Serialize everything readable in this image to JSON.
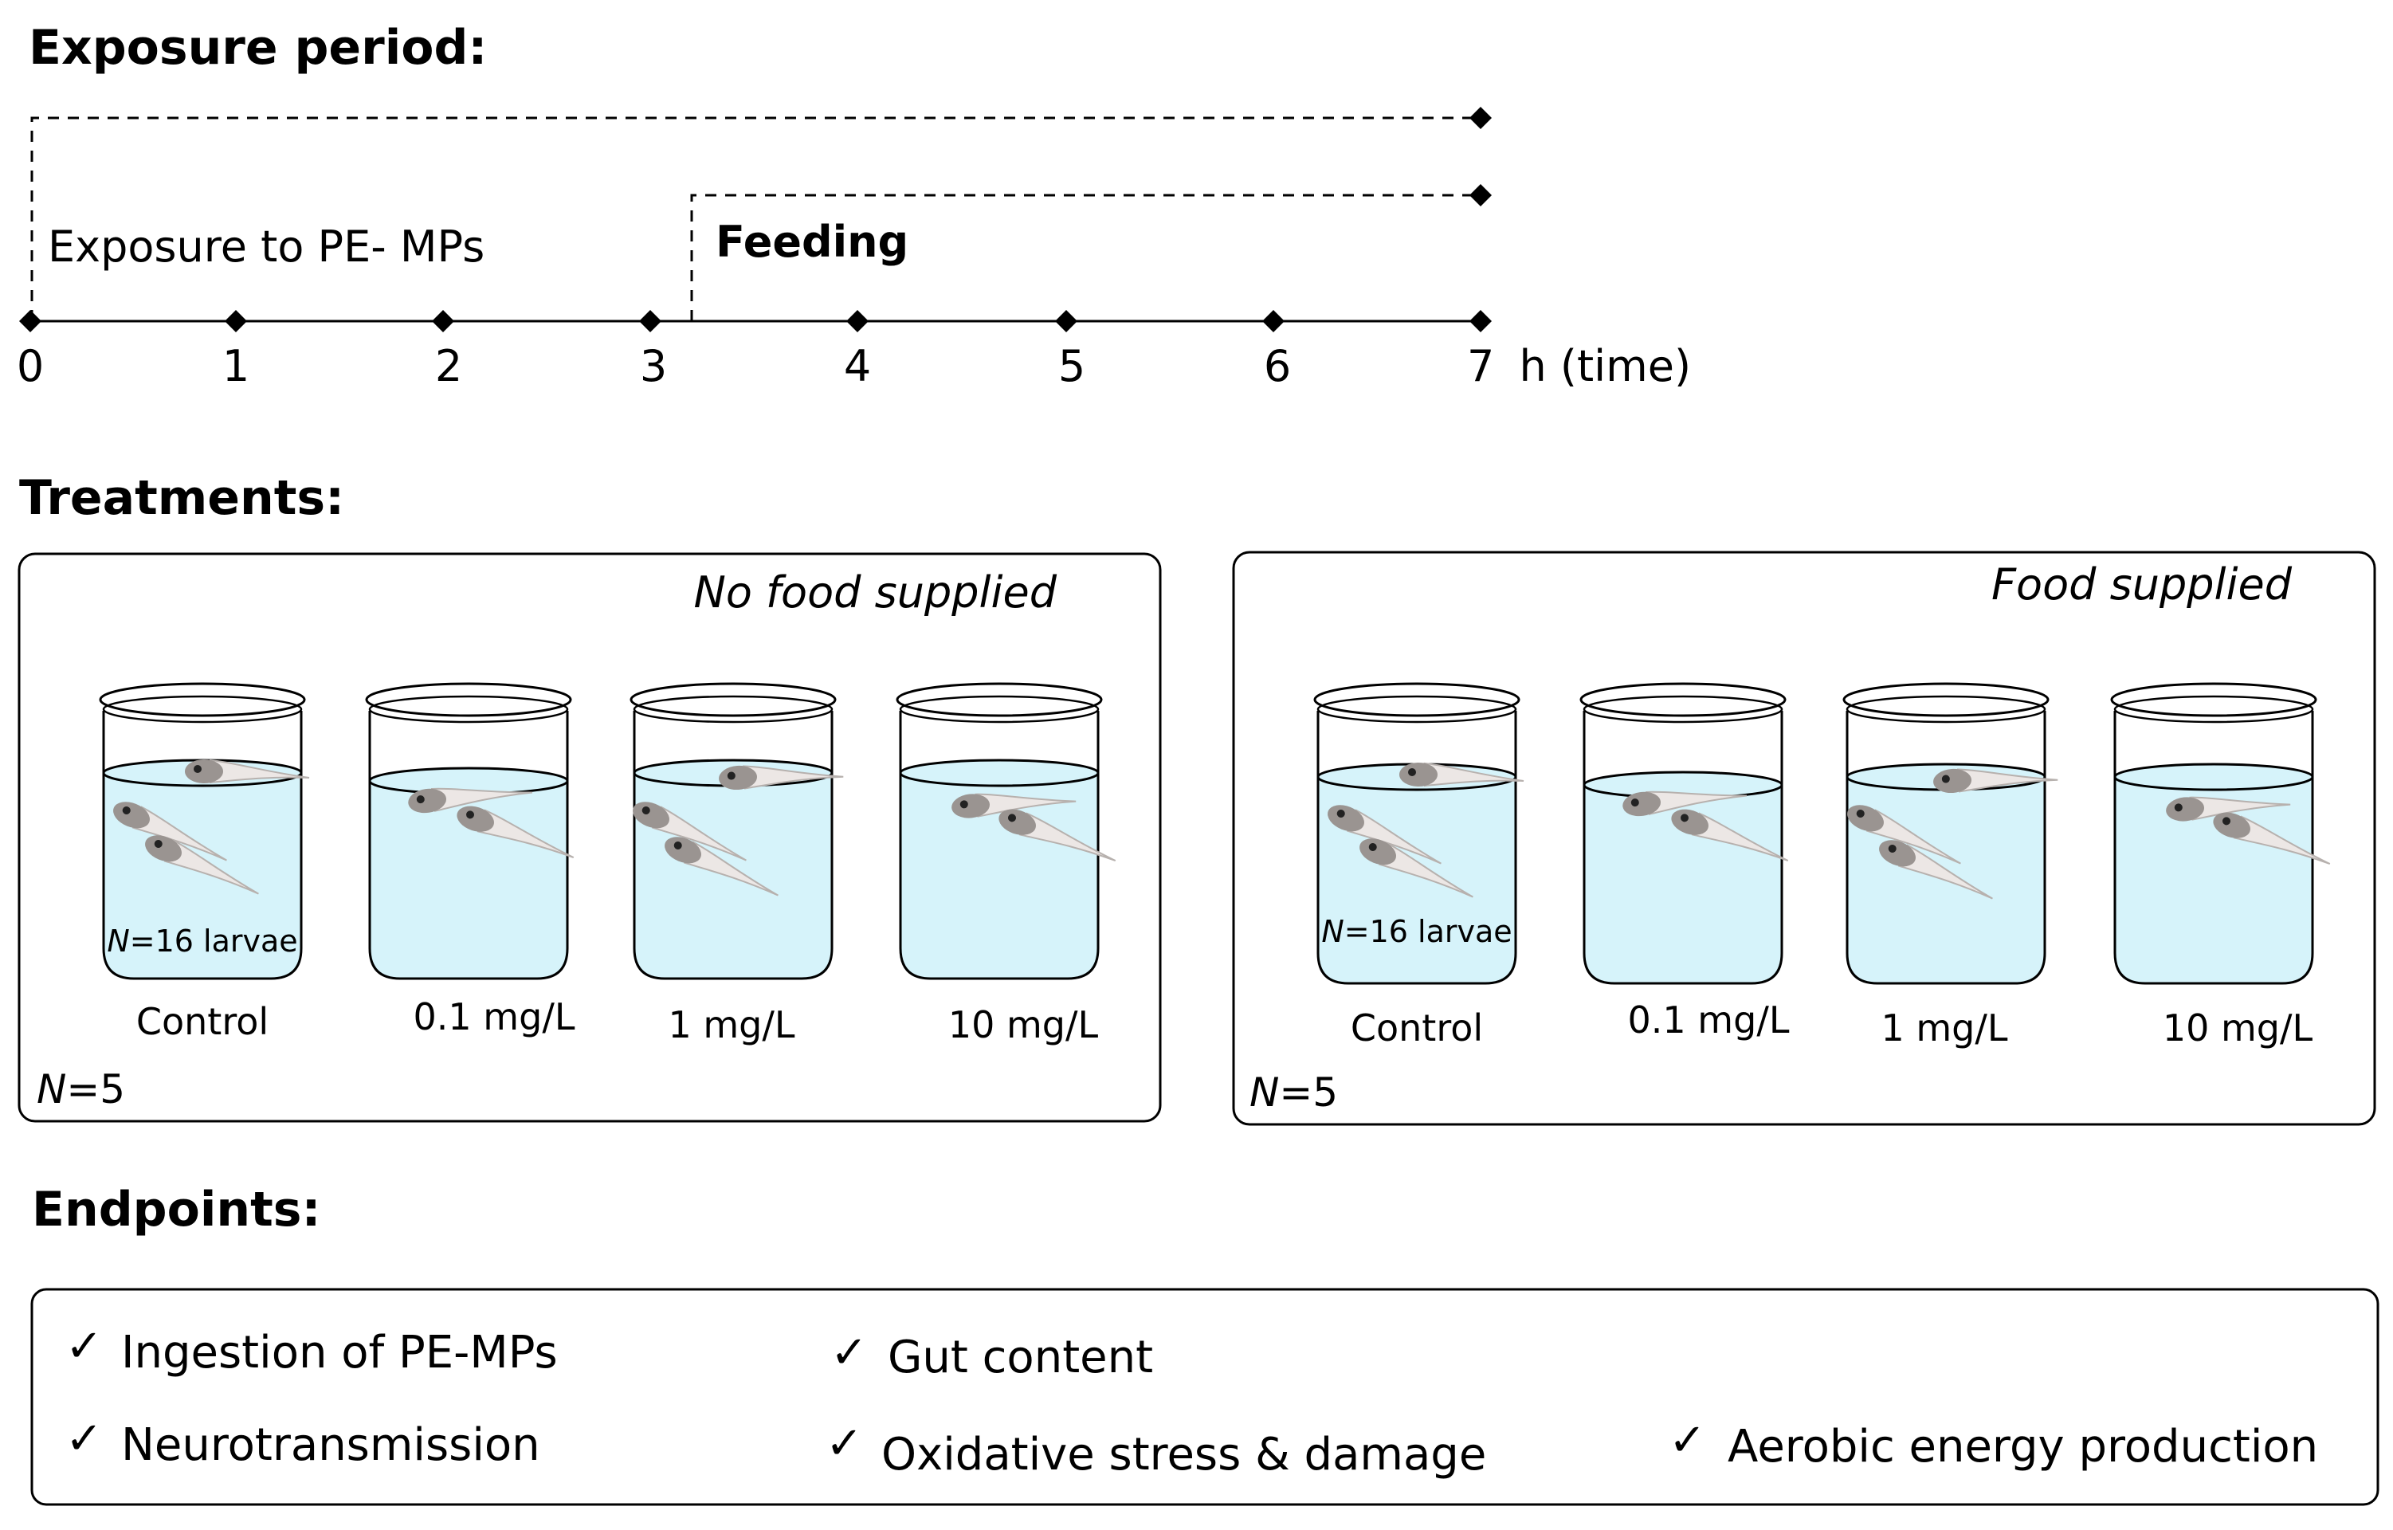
{
  "exposure": {
    "title": "Exposure period:",
    "exposure_label": "Exposure to PE- MPs",
    "feeding_label": "Feeding",
    "ticks": [
      "0",
      "1",
      "2",
      "3",
      "4",
      "5",
      "6"
    ],
    "last_tick": "7",
    "unit_label": "h (time)"
  },
  "treatments": {
    "title": "Treatments:",
    "panels": [
      {
        "title": "No food supplied",
        "n_italic": "N",
        "n_value": "=5",
        "jars": [
          {
            "label": "Control",
            "inside_italic": "N",
            "inside_rest": "=16 larvae"
          },
          {
            "label": "0.1 mg/L"
          },
          {
            "label": "1 mg/L"
          },
          {
            "label": "10 mg/L"
          }
        ]
      },
      {
        "title": "Food supplied",
        "n_italic": "N",
        "n_value": "=5",
        "jars": [
          {
            "label": "Control",
            "inside_italic": "N",
            "inside_rest": "=16 larvae"
          },
          {
            "label": "0.1 mg/L"
          },
          {
            "label": "1 mg/L"
          },
          {
            "label": "10 mg/L"
          }
        ]
      }
    ]
  },
  "endpoints": {
    "title": "Endpoints:",
    "check": "✓",
    "items": [
      "Ingestion of PE-MPs",
      "Gut content",
      "Neurotransmission",
      "Oxidative stress & damage",
      "Aerobic energy production"
    ]
  },
  "colors": {
    "water": "#d6f3fa",
    "line": "#000000",
    "larva": "#9a9491"
  }
}
